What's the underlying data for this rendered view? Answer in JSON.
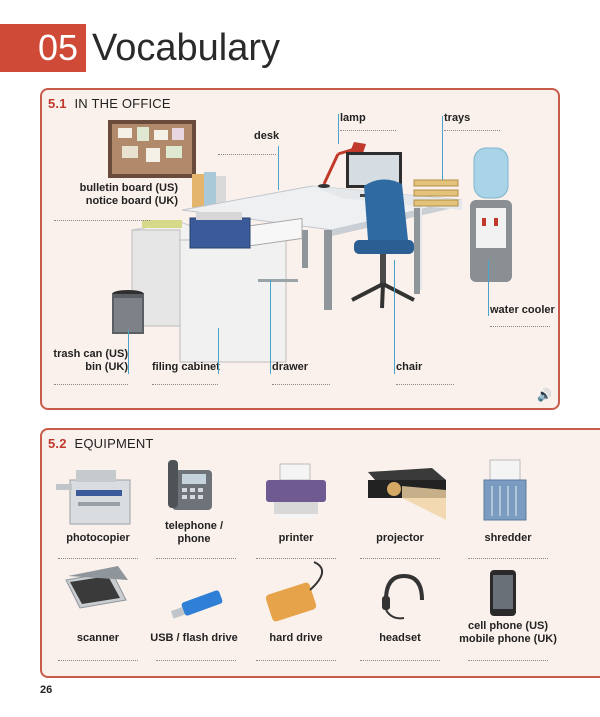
{
  "header": {
    "chapter": "05",
    "title": "Vocabulary"
  },
  "office": {
    "number": "5.1",
    "heading": "IN THE OFFICE",
    "labels": {
      "bulletin_us": "bulletin board (US)",
      "bulletin_uk": "notice board (UK)",
      "desk": "desk",
      "lamp": "lamp",
      "trays": "trays",
      "water_cooler": "water cooler",
      "trash_us": "trash can (US)",
      "trash_uk": "bin (UK)",
      "filing_cabinet": "filing cabinet",
      "drawer": "drawer",
      "chair": "chair"
    }
  },
  "equipment": {
    "number": "5.2",
    "heading": "EQUIPMENT",
    "items": [
      {
        "label": "photocopier"
      },
      {
        "label": "telephone /",
        "label2": "phone"
      },
      {
        "label": "printer"
      },
      {
        "label": "projector"
      },
      {
        "label": "shredder"
      },
      {
        "label": "scanner"
      },
      {
        "label": "USB / flash drive"
      },
      {
        "label": "hard drive"
      },
      {
        "label": "headset"
      },
      {
        "label": "cell phone (US)",
        "label2": "mobile phone (UK)"
      }
    ]
  },
  "footer": {
    "page_number": "26"
  },
  "icons": {
    "audio": "speaker-icon"
  },
  "colors": {
    "accent": "#cf4a37",
    "panel_bg": "#fbf1ec",
    "lead_line": "#4aa3c9"
  }
}
